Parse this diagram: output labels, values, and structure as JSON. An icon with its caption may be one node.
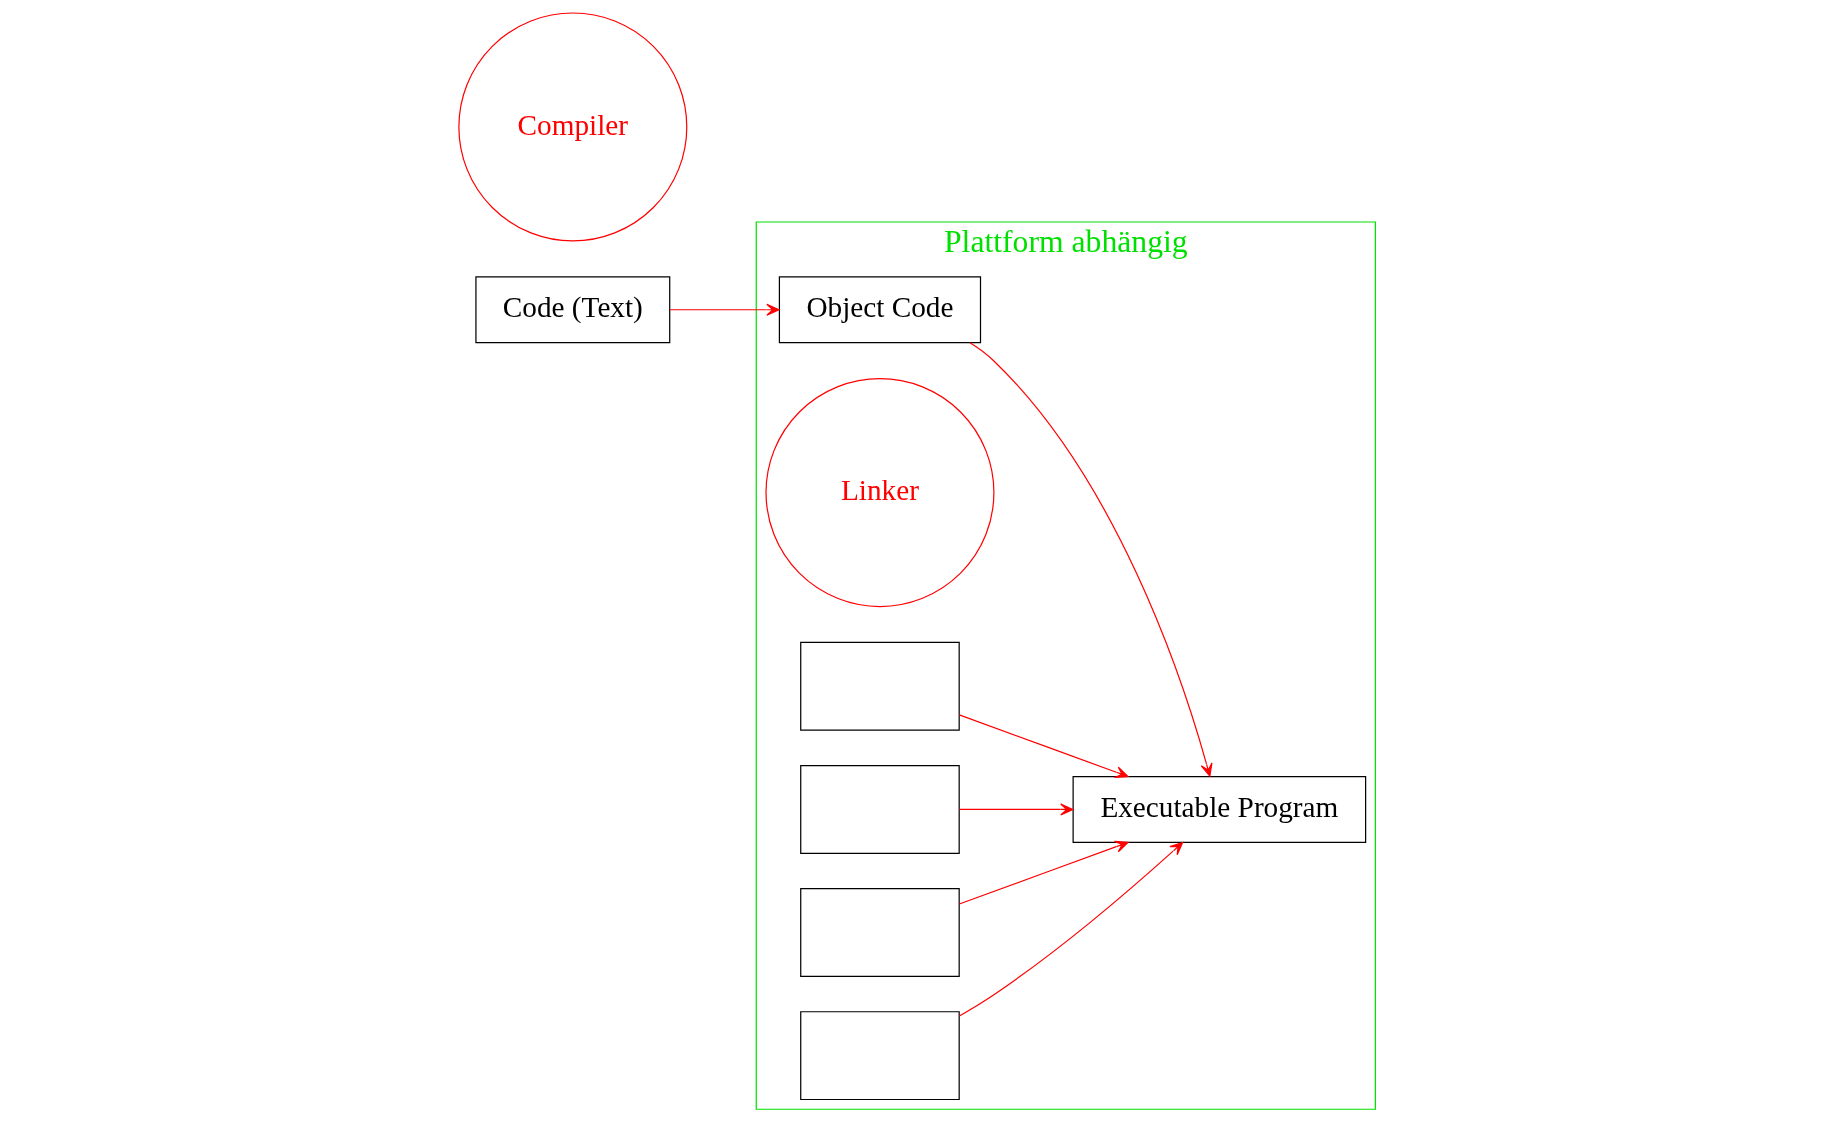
{
  "diagram": {
    "nodes": [
      {
        "text": [
          "Code (Text)"
        ]
      },
      {
        "text": [
          "Compiler"
        ]
      },
      {
        "text": [
          "Plattform abhängig"
        ]
      },
      {
        "text": [
          "Object Code"
        ],
        "in": 2
      },
      {
        "text": [
          "Linker"
        ],
        "in": 2
      },
      {
        "text": [],
        "shape": "box",
        "in": 2
      },
      {
        "text": [],
        "shape": "box",
        "in": 2
      },
      {
        "text": [],
        "shape": "box",
        "in": 2
      },
      {
        "text": [],
        "shape": "box",
        "in": 2
      },
      {
        "text": [
          "Executable Program"
        ],
        "in": 2
      }
    ],
    "edges": [
      {
        "from": 0,
        "to": 3,
        "arrow": "to"
      },
      {
        "from": 3,
        "to": 9,
        "arrow": "to"
      },
      {
        "from": 5,
        "to": 9,
        "arrow": "to"
      },
      {
        "from": 6,
        "to": 9,
        "arrow": "to"
      },
      {
        "from": 7,
        "to": 9,
        "arrow": "to"
      },
      {
        "from": 8,
        "to": 9,
        "arrow": "to"
      }
    ]
  }
}
